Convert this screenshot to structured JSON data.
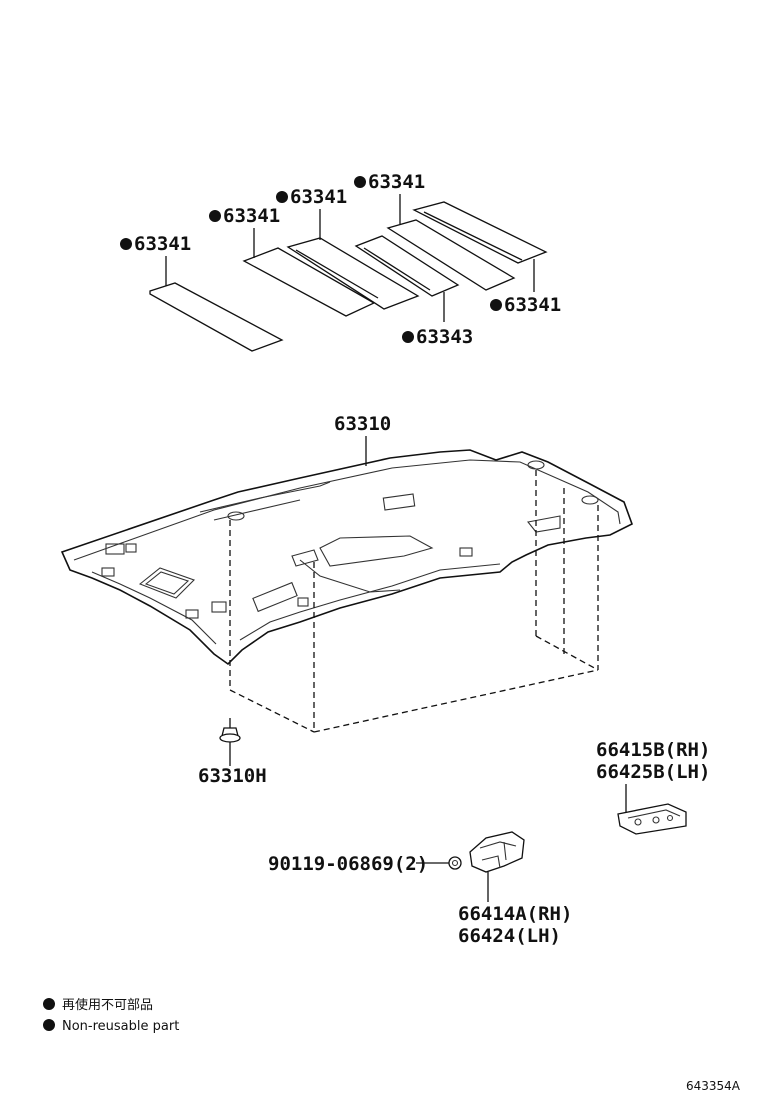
{
  "parts": {
    "pad_63341_a": "63341",
    "pad_63341_b": "63341",
    "pad_63341_c": "63341",
    "pad_63341_d": "63341",
    "pad_63341_e": "63341",
    "pad_63343": "63343",
    "headlining": "63310",
    "clip": "63310H",
    "screw": "90119-06869(2)",
    "holder_a_rh": "66414A(RH)",
    "holder_a_lh": "66424(LH)",
    "holder_b_rh": "66415B(RH)",
    "holder_b_lh": "66425B(LH)"
  },
  "legend": {
    "line_jp": "再使用不可部品",
    "line_en": "Non-reusable part"
  },
  "figure_code": "643354A"
}
